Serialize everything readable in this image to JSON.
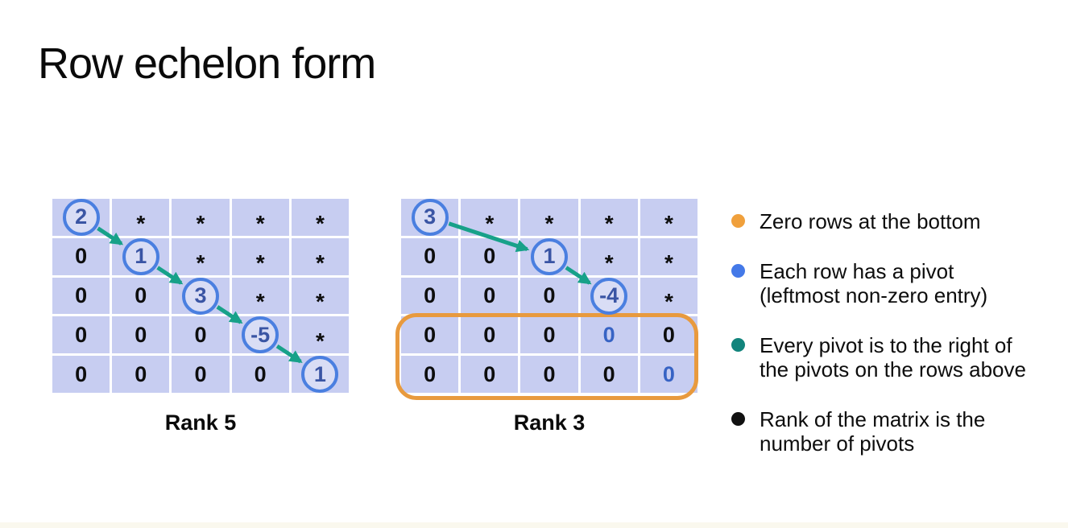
{
  "title": "Row echelon form",
  "matrices": [
    {
      "label": "Rank 5",
      "cells": [
        [
          "2",
          "*",
          "*",
          "*",
          "*"
        ],
        [
          "0",
          "1",
          "*",
          "*",
          "*"
        ],
        [
          "0",
          "0",
          "3",
          "*",
          "*"
        ],
        [
          "0",
          "0",
          "0",
          "-5",
          "*"
        ],
        [
          "0",
          "0",
          "0",
          "0",
          "1"
        ]
      ],
      "pivots": [
        {
          "row": 0,
          "col": 0,
          "value": "2"
        },
        {
          "row": 1,
          "col": 1,
          "value": "1"
        },
        {
          "row": 2,
          "col": 2,
          "value": "3"
        },
        {
          "row": 3,
          "col": 3,
          "value": "-5"
        },
        {
          "row": 4,
          "col": 4,
          "value": "1"
        }
      ],
      "arrows": [
        [
          0,
          1
        ],
        [
          1,
          2
        ],
        [
          2,
          3
        ],
        [
          3,
          4
        ]
      ],
      "blue_zeros": [],
      "zero_row_box": false
    },
    {
      "label": "Rank 3",
      "cells": [
        [
          "3",
          "*",
          "*",
          "*",
          "*"
        ],
        [
          "0",
          "0",
          "1",
          "*",
          "*"
        ],
        [
          "0",
          "0",
          "0",
          "-4",
          "*"
        ],
        [
          "0",
          "0",
          "0",
          "0",
          "0"
        ],
        [
          "0",
          "0",
          "0",
          "0",
          "0"
        ]
      ],
      "pivots": [
        {
          "row": 0,
          "col": 0,
          "value": "3"
        },
        {
          "row": 1,
          "col": 2,
          "value": "1"
        },
        {
          "row": 2,
          "col": 3,
          "value": "-4"
        }
      ],
      "arrows": [
        [
          0,
          1
        ],
        [
          1,
          2
        ]
      ],
      "blue_zeros": [
        {
          "row": 3,
          "col": 3
        },
        {
          "row": 4,
          "col": 4
        }
      ],
      "zero_row_box": true
    }
  ],
  "bullets": [
    {
      "dot_color": "#f0a03c",
      "lines": [
        "Zero rows at the bottom"
      ]
    },
    {
      "dot_color": "#4479e8",
      "lines": [
        "Each row has a pivot",
        "(leftmost non-zero entry)"
      ]
    },
    {
      "dot_color": "#12847c",
      "lines": [
        "Every pivot is to the right of",
        "the pivots on the rows above"
      ]
    },
    {
      "dot_color": "#111111",
      "lines": [
        "Rank of the matrix is the",
        "number of pivots"
      ]
    }
  ],
  "colors": {
    "cell_bg": "#c7cdf1",
    "grid_line": "#ffffff",
    "pivot_circle": "#4a7fe0",
    "pivot_text": "#3a55a4",
    "arrow": "#17a189",
    "zero_box": "#e89a3e",
    "blue_zero": "#3763c4"
  }
}
